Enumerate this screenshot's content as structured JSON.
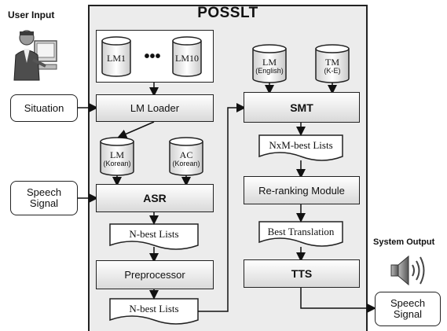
{
  "title": "POSSLT",
  "user_input_label": "User Input",
  "system_output_label": "System Output",
  "inputs": {
    "situation": "Situation",
    "speech_signal": [
      "Speech",
      "Signal"
    ]
  },
  "output": {
    "speech_signal": [
      "Speech",
      "Signal"
    ]
  },
  "lm_group": {
    "first": "LM1",
    "ellipsis": "•••",
    "last": "LM10"
  },
  "left_column": {
    "lm_loader": "LM Loader",
    "lm_korean": [
      "LM",
      "(Korean)"
    ],
    "ac_korean": [
      "AC",
      "(Korean)"
    ],
    "asr": "ASR",
    "nbest_1": "N-best Lists",
    "preprocessor": "Preprocessor",
    "nbest_2": "N-best Lists"
  },
  "right_column": {
    "lm_english": [
      "LM",
      "(English)"
    ],
    "tm_ke": [
      "TM",
      "(K-E)"
    ],
    "smt": "SMT",
    "nxm_best": "NxM-best Lists",
    "reranking": "Re-ranking Module",
    "best_translation": "Best Translation",
    "tts": "TTS"
  },
  "colors": {
    "panel_bg": "#ececec",
    "box_gradient_top": "#ffffff",
    "box_gradient_bottom": "#d9d9d9",
    "stroke": "#222222"
  }
}
